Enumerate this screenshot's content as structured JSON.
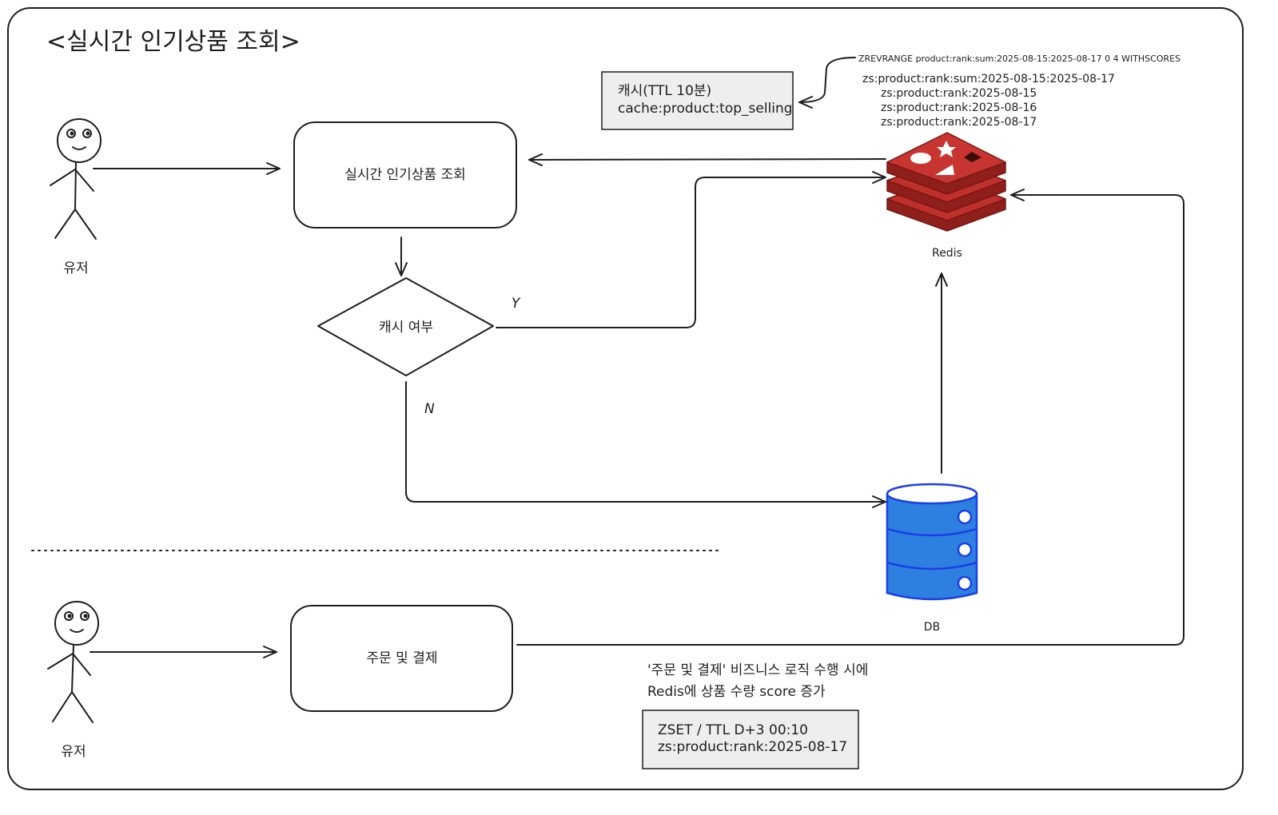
{
  "title": "<실시간 인기상품 조회>",
  "actors": {
    "top": {
      "label": "유저"
    },
    "bottom": {
      "label": "유저"
    }
  },
  "nodes": {
    "realtime_query": "실시간 인기상품 조회",
    "cache_check": "캐시 여부",
    "order_payment": "주문 및 결제",
    "redis": "Redis",
    "db": "DB"
  },
  "edges": {
    "yes_label": "Y",
    "no_label": "N"
  },
  "cache_note": {
    "line1": "캐시(TTL 10분)",
    "line2": "cache:product:top_selling"
  },
  "redis_command": {
    "command": "ZREVRANGE product:rank:sum:2025-08-15:2025-08-17 0 4 WITHSCORES",
    "union_key": "zs:product:rank:sum:2025-08-15:2025-08-17",
    "source_keys": [
      "zs:product:rank:2025-08-15",
      "zs:product:rank:2025-08-16",
      "zs:product:rank:2025-08-17"
    ]
  },
  "order_note": {
    "line1": "'주문 및 결제' 비즈니스 로직 수행 시에",
    "line2": "Redis에 상품 수량 score 증가"
  },
  "zset_note": {
    "line1": "ZSET / TTL D+3 00:10",
    "line2": "zs:product:rank:2025-08-17"
  },
  "colors": {
    "redis": "#c0302b",
    "redis_dark": "#8e1f1b",
    "db": "#2d7fe0",
    "db_stroke": "#1c3ee6",
    "note_fill": "#eeeeee"
  }
}
